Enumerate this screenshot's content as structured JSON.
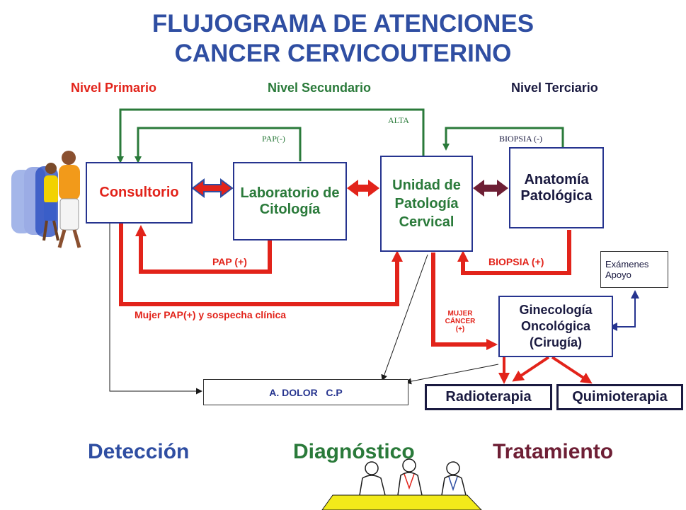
{
  "title": {
    "line1": "FLUJOGRAMA DE ATENCIONES",
    "line2": "CANCER CERVICOUTERINO"
  },
  "levels": {
    "primary": "Nivel Primario",
    "secondary": "Nivel Secundario",
    "tertiary": "Nivel Terciario"
  },
  "nodes": {
    "consultorio": "Consultorio",
    "laboratorio": "Laboratorio de Citología",
    "unidad": "Unidad de Patología Cervical",
    "anatomia": "Anatomía Patológica",
    "examenes": "Exámenes Apoyo",
    "ginecologia": "Ginecología Oncológica (Cirugía)",
    "adolor": "A. DOLOR   C.P",
    "radioterapia": "Radioterapia",
    "quimioterapia": "Quimioterapia"
  },
  "edge_labels": {
    "alta": "ALTA",
    "pap_neg": "PAP(-)",
    "biopsia_neg": "BIOPSIA (-)",
    "pap_pos": "PAP (+)",
    "biopsia_pos": "BIOPSIA  (+)",
    "mujer_pap": "Mujer PAP(+)  y sospecha clínica",
    "mujer_cancer_1": "MUJER",
    "mujer_cancer_2": "CÁNCER",
    "mujer_cancer_3": "(+)"
  },
  "phases": {
    "deteccion": "Detección",
    "diagnostico": "Diagnóstico",
    "tratamiento": "Tratamiento"
  },
  "colors": {
    "blue": "#2f4ea2",
    "red": "#e2231a",
    "green": "#2a7a3a",
    "maroon": "#6e1f35",
    "navy": "#26348f",
    "dark": "#1a1a40"
  }
}
